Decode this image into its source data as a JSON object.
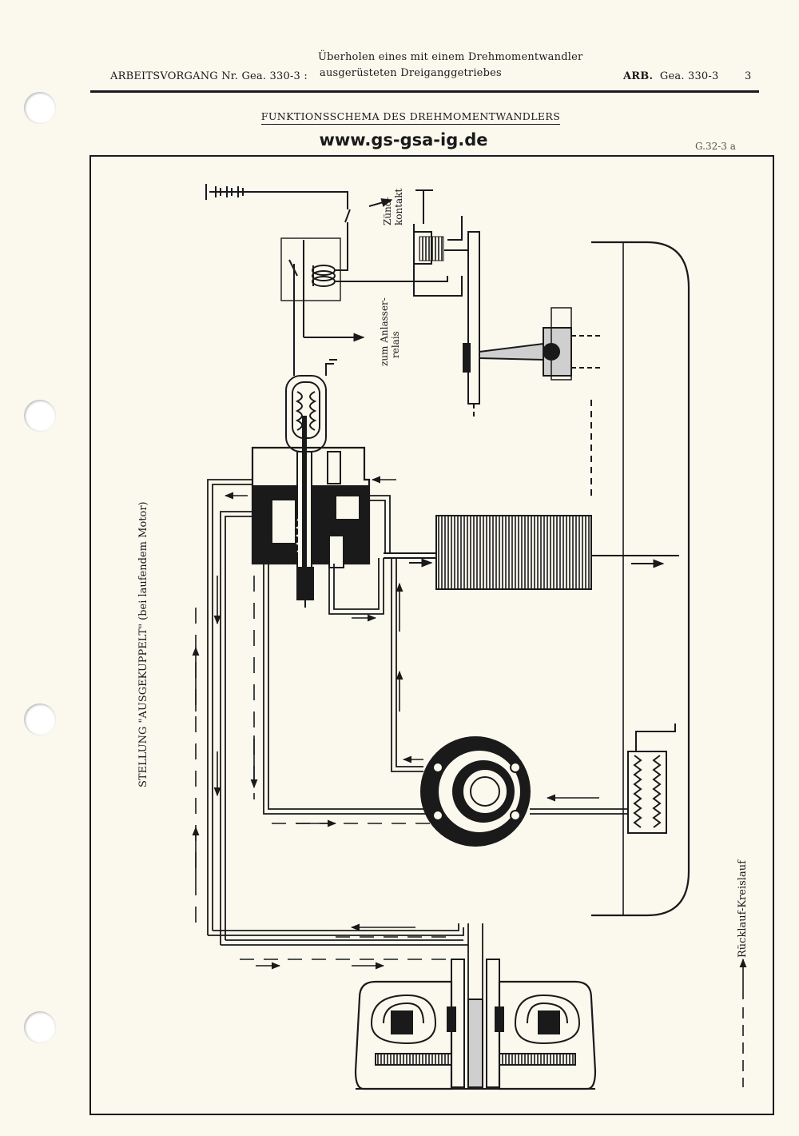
{
  "header": {
    "op_label": "ARBEITSVORGANG Nr.",
    "op_number": "Gea. 330-3 :",
    "description_line1": "Überholen eines mit einem Drehmomentwandler",
    "description_line2": "ausgerüsteten Dreiganggetriebes",
    "arb_label": "ARB.",
    "arb_number": "Gea. 330-3",
    "page_number": "3"
  },
  "title": "FUNKTIONSSCHEMA DES DREHMOMENTWANDLERS",
  "watermark_url": "www.gs-gsa-ig.de",
  "figure_number": "G.32-3 a",
  "labels": {
    "zuend_line1": "Zünd-",
    "zuend_line2": "kontakt",
    "anlasser_line1": "zum Anlasser-",
    "anlasser_line2": "relais",
    "position": "STELLUNG \"AUSGEKUPPELT\" (bei laufendem Motor)",
    "ruecklauf": "Rücklauf-Kreislauf"
  },
  "colors": {
    "paper": "#fbf8ee",
    "ink": "#1a1a1a"
  }
}
